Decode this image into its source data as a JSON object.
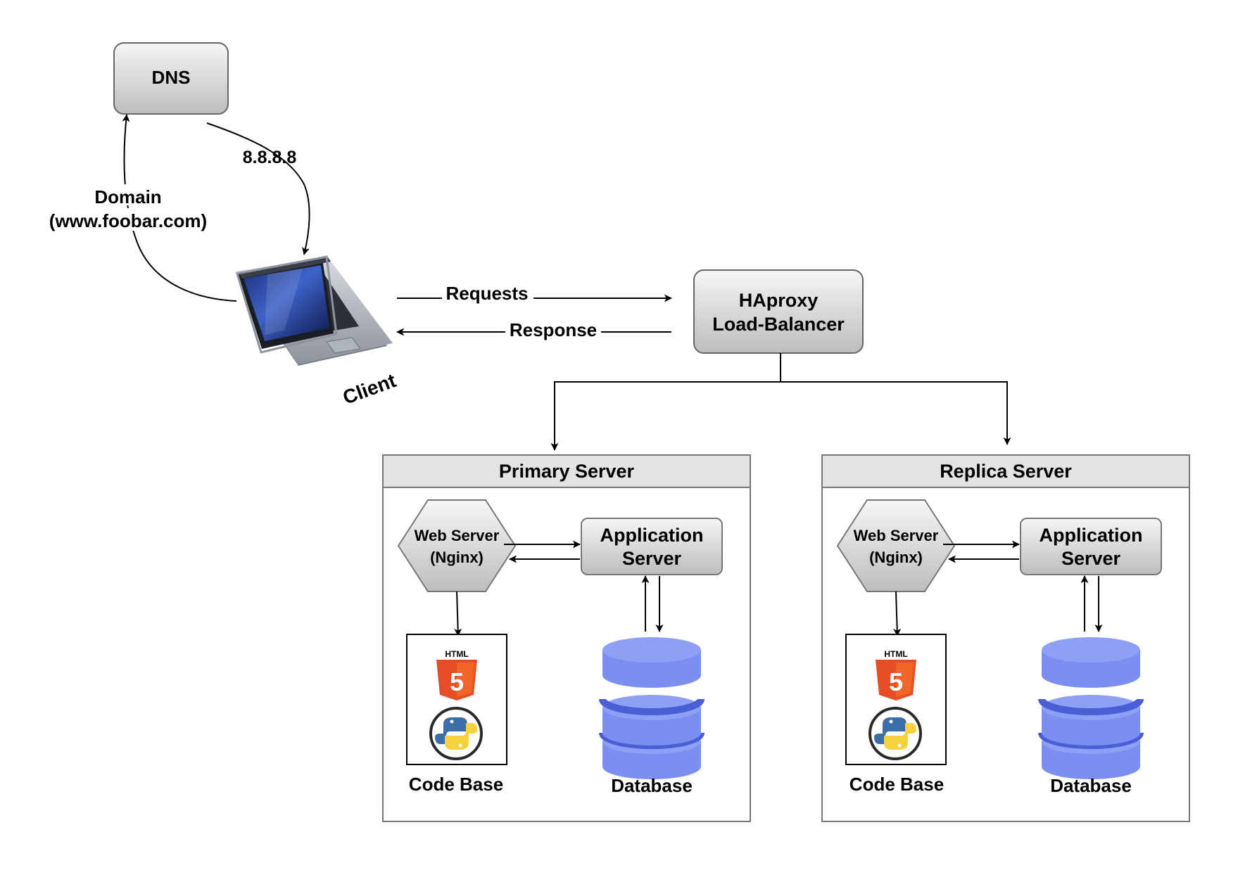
{
  "dns": {
    "label": "DNS"
  },
  "edges": {
    "dns_to_client": "8.8.8.8",
    "client_to_dns_line1": "Domain",
    "client_to_dns_line2": "(www.foobar.com)",
    "requests": "Requests",
    "response": "Response"
  },
  "client": {
    "label": "Client"
  },
  "load_balancer": {
    "line1": "HAproxy",
    "line2": "Load-Balancer"
  },
  "servers": [
    {
      "title": "Primary Server",
      "web_server": {
        "line1": "Web Server",
        "line2": "(Nginx)"
      },
      "app_server": {
        "line1": "Application",
        "line2": "Server"
      },
      "code_base": {
        "label": "Code Base",
        "html_badge": "HTML",
        "html_digit": "5"
      },
      "database": {
        "label": "Database"
      }
    },
    {
      "title": "Replica Server",
      "web_server": {
        "line1": "Web Server",
        "line2": "(Nginx)"
      },
      "app_server": {
        "line1": "Application",
        "line2": "Server"
      },
      "code_base": {
        "label": "Code Base",
        "html_badge": "HTML",
        "html_digit": "5"
      },
      "database": {
        "label": "Database"
      }
    }
  ],
  "colors": {
    "box_gradient_top": "#f6f6f6",
    "box_gradient_bottom": "#bdbdbd",
    "box_stroke": "#666666",
    "server_header": "#e3e3e3",
    "database": "#7b8ff0",
    "database_dark": "#4a5fd6",
    "html5_orange": "#e44d26",
    "python_blue": "#3b6ea8",
    "python_yellow": "#f7d13d"
  }
}
